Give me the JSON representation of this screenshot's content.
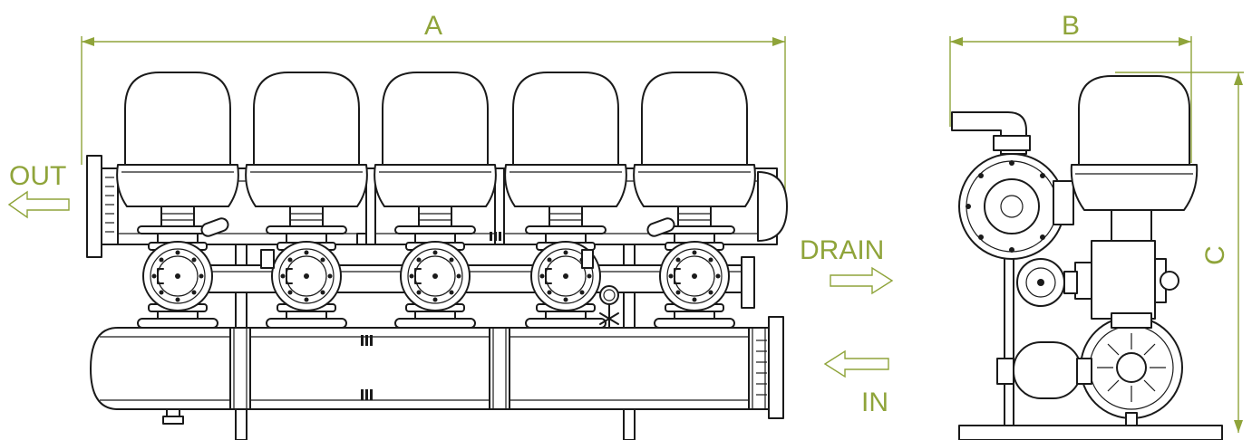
{
  "labels": {
    "dim_a": "A",
    "dim_b": "B",
    "dim_c": "C",
    "out": "OUT",
    "drain": "DRAIN",
    "in": "IN"
  },
  "colors": {
    "dimension": "#8fa43a",
    "line": "#1a1a1a",
    "background": "#ffffff"
  }
}
